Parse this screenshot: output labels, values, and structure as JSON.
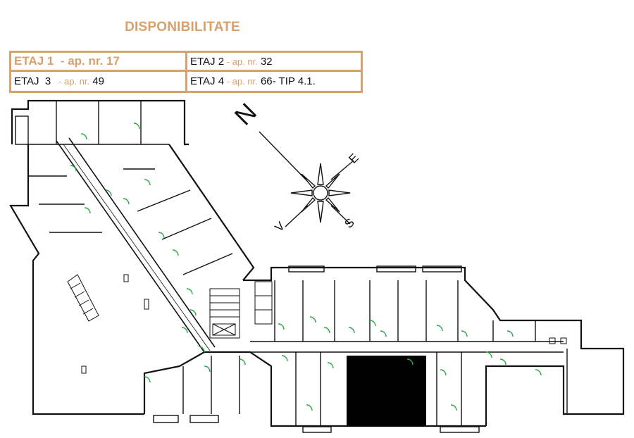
{
  "title": "DISPONIBILITATE",
  "table": {
    "r1c1": {
      "etaj": "ETAJ 1",
      "sep": "  - ",
      "ap": "ap. nr.",
      "nr": "17"
    },
    "r1c2": {
      "etaj": "ETAJ 2",
      "sep": " - ",
      "ap": "ap. nr.",
      "nr": "32"
    },
    "r2c1": {
      "etaj": "ETAJ  3",
      "sep": "   - ",
      "ap": "ap. nr.",
      "nr": "49"
    },
    "r2c2": {
      "etaj": "ETAJ 4",
      "sep": " - ",
      "ap": "ap. nr.",
      "nr": "66- TIP 4.1."
    }
  },
  "compass": {
    "north": "N",
    "east": "E",
    "south": "S",
    "west": "V"
  },
  "colors": {
    "accent": "#d9a06a",
    "wall": "#111111",
    "door": "#2aa84a",
    "highlight": "#000000"
  }
}
